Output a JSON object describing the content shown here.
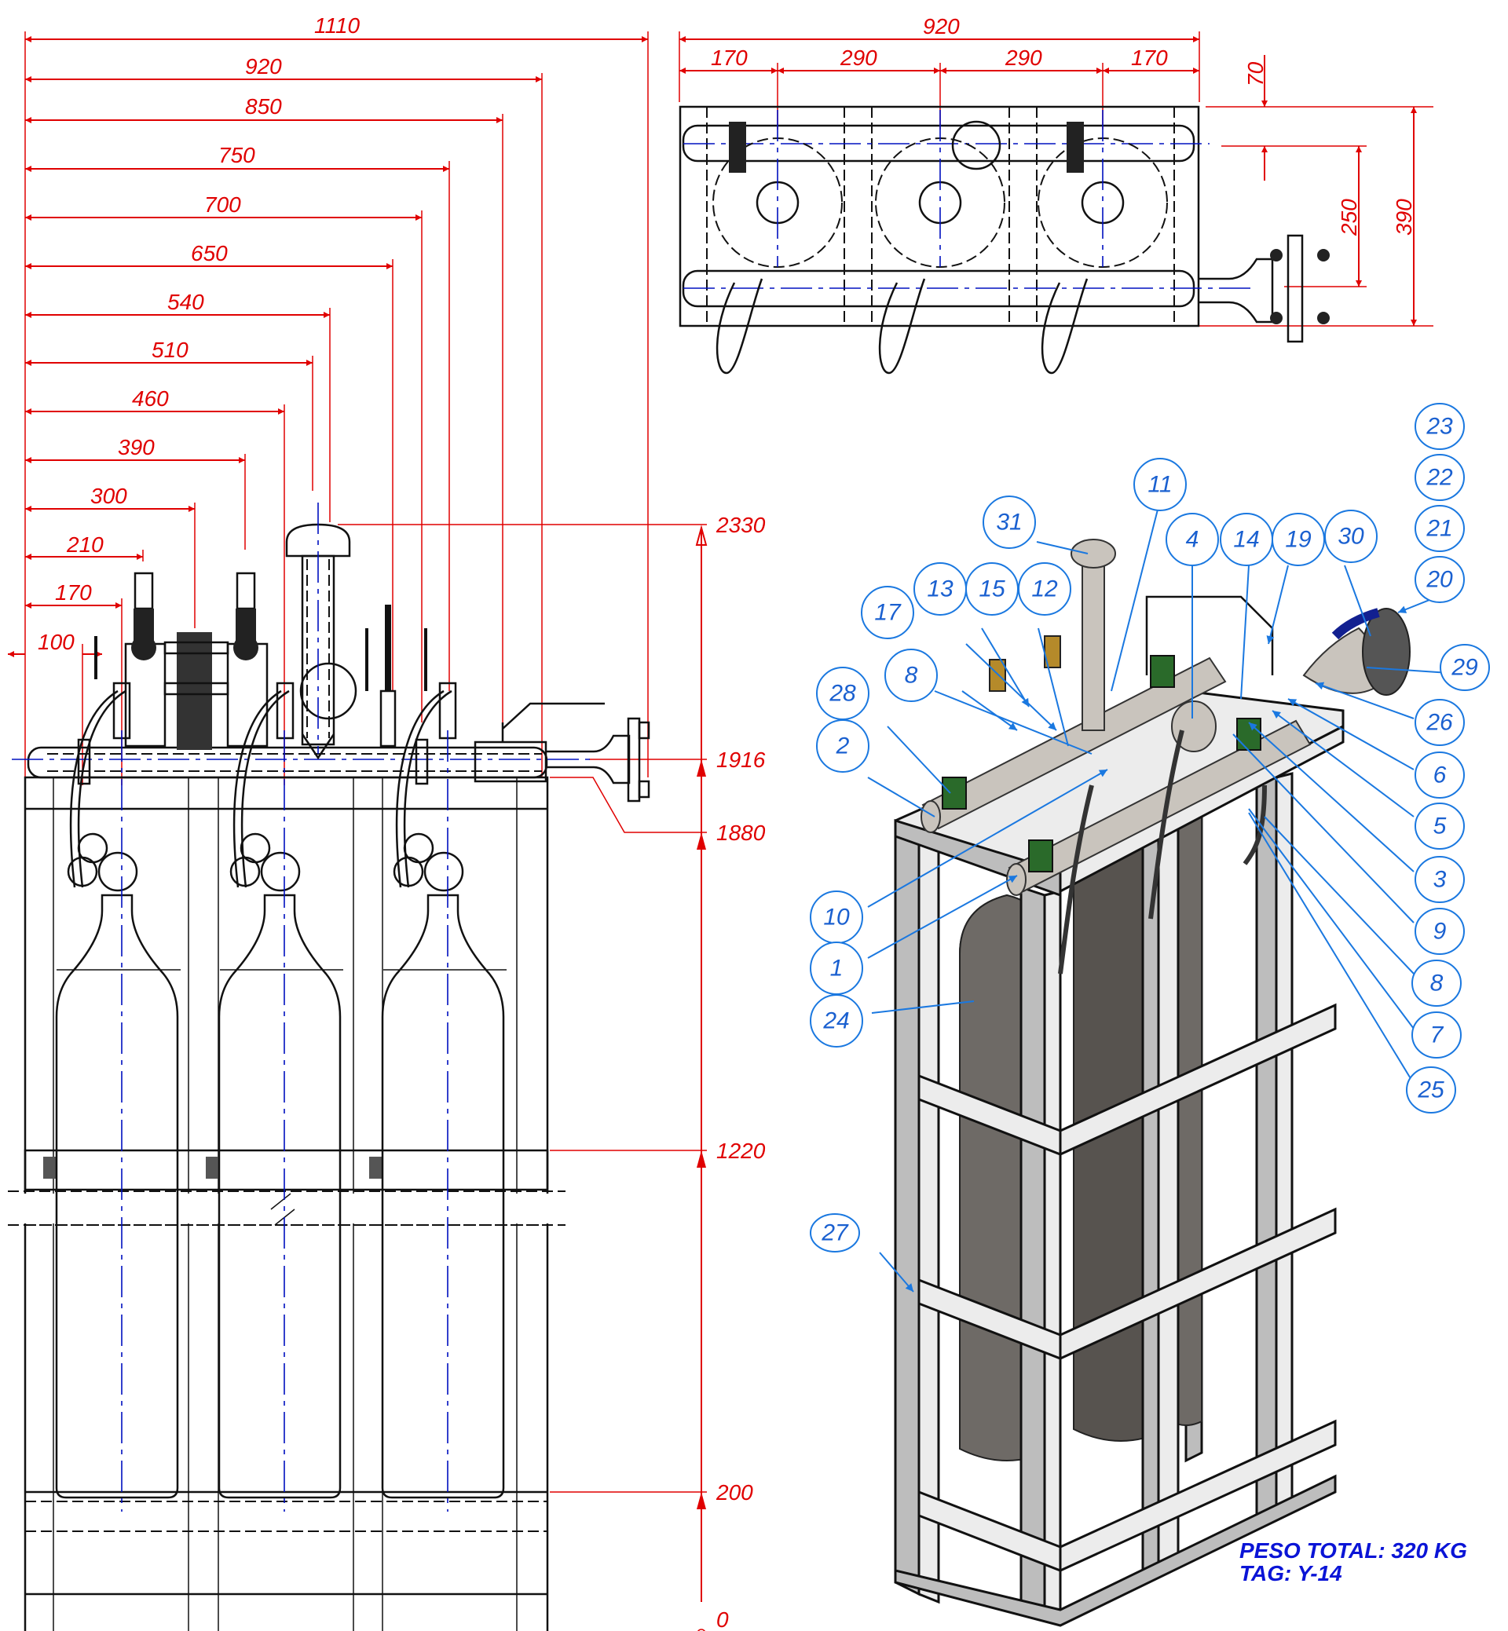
{
  "drawing": {
    "units": "mm",
    "front_view": {
      "horizontal_dimensions": [
        "1110",
        "920",
        "850",
        "750",
        "700",
        "650",
        "540",
        "510",
        "460",
        "390",
        "300",
        "210",
        "170",
        "100"
      ],
      "vertical_dimensions": [
        "2330",
        "1916",
        "1880",
        "1220",
        "200",
        "0"
      ]
    },
    "top_view": {
      "overall_width": "920",
      "segment_dimensions": [
        "170",
        "290",
        "290",
        "170"
      ],
      "vertical_dimensions": [
        "70",
        "250",
        "390"
      ]
    },
    "isometric_view": {
      "balloons_left": [
        "31",
        "13",
        "15",
        "12",
        "17",
        "8",
        "28",
        "2",
        "10",
        "1",
        "24",
        "27"
      ],
      "balloons_top": [
        "11",
        "4",
        "14",
        "19",
        "30"
      ],
      "balloons_right": [
        "23",
        "22",
        "21",
        "20",
        "29",
        "26",
        "6",
        "5",
        "3",
        "9",
        "8",
        "7",
        "25"
      ]
    },
    "notes": {
      "weight": "PESO TOTAL: 320 KG",
      "tag": "TAG: Y-14"
    },
    "colors": {
      "dimension": "#e00000",
      "centerline": "#0010c0",
      "balloon": "#1a78e0",
      "note": "#0a14d6"
    }
  }
}
